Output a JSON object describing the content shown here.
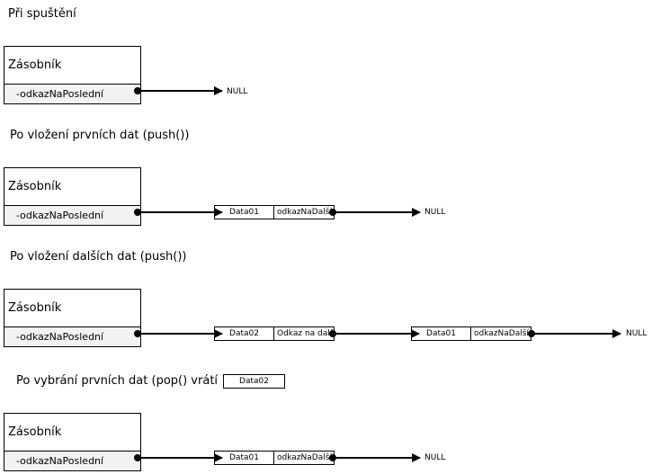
{
  "sections": [
    {
      "heading": "Při spuštění"
    },
    {
      "heading": "Po vložení prvních dat (push())"
    },
    {
      "heading": "Po vložení dalších dat (push())"
    },
    {
      "heading": "Po vybrání prvních dat (pop() vrátí"
    }
  ],
  "stack": {
    "class_name": "Zásobník",
    "field": "-odkazNaPoslední"
  },
  "null_label": "NULL",
  "pop_result": "Data02",
  "nodes": {
    "s2_n1": {
      "data": "Data01",
      "link": "odkazNaDalší"
    },
    "s3_n1": {
      "data": "Data02",
      "link": "Odkaz na další"
    },
    "s3_n2": {
      "data": "Data01",
      "link": "odkazNaDalší"
    },
    "s4_n1": {
      "data": "Data01",
      "link": "odkazNaDalší"
    }
  }
}
